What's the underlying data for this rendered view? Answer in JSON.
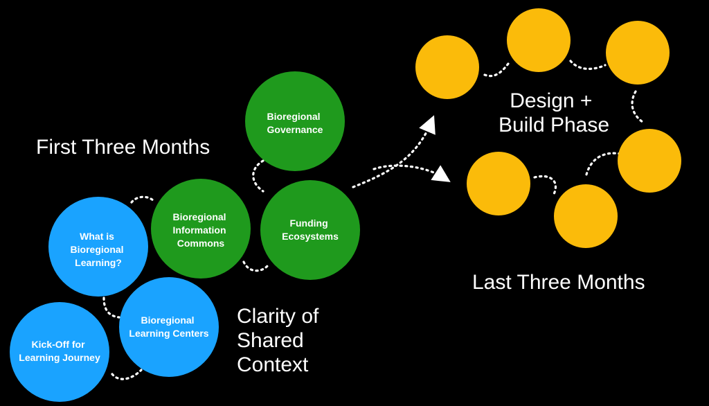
{
  "colors": {
    "blue": "#1aa3ff",
    "green": "#1f9a1d",
    "yellow": "#fbbb0a",
    "background": "#000000"
  },
  "labels": {
    "first_three_months": "First Three Months",
    "clarity": [
      "Clarity of",
      "Shared",
      "Context"
    ],
    "design_build": [
      "Design +",
      "Build Phase"
    ],
    "last_three_months": "Last Three Months"
  },
  "circles": {
    "kickoff": [
      "Kick-Off for",
      "Learning Journey"
    ],
    "what_is": [
      "What is",
      "Bioregional",
      "Learning?"
    ],
    "learning_centers": [
      "Bioregional",
      "Learning Centers"
    ],
    "information_commons": [
      "Bioregional",
      "Information",
      "Commons"
    ],
    "funding": [
      "Funding",
      "Ecosystems"
    ],
    "governance": [
      "Bioregional",
      "Governance"
    ]
  }
}
